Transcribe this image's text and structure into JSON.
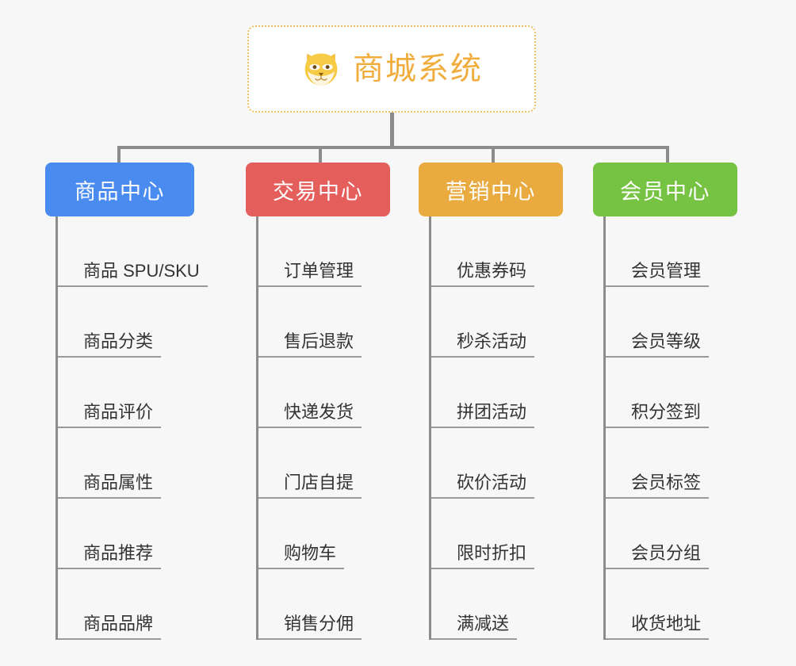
{
  "diagram": {
    "type": "mindmap-org-chart",
    "background_color": "#f7f7f7",
    "connector_color": "#8c8c8c",
    "root": {
      "title": "商城系统",
      "icon": "shiba-inu-dog-face-emoji",
      "text_color": "#f0ad3e",
      "border_color": "#f0c060",
      "border_style": "dotted",
      "background_color": "#ffffff"
    },
    "categories": [
      {
        "label": "商品中心",
        "color": "#4a8bf0",
        "items": [
          "商品 SPU/SKU",
          "商品分类",
          "商品评价",
          "商品属性",
          "商品推荐",
          "商品品牌"
        ]
      },
      {
        "label": "交易中心",
        "color": "#e45f5c",
        "items": [
          "订单管理",
          "售后退款",
          "快递发货",
          "门店自提",
          "购物车",
          "销售分佣"
        ]
      },
      {
        "label": "营销中心",
        "color": "#e9ab3f",
        "items": [
          "优惠券码",
          "秒杀活动",
          "拼团活动",
          "砍价活动",
          "限时折扣",
          "满减送"
        ]
      },
      {
        "label": "会员中心",
        "color": "#76c344",
        "items": [
          "会员管理",
          "会员等级",
          "积分签到",
          "会员标签",
          "会员分组",
          "收货地址"
        ]
      }
    ]
  }
}
